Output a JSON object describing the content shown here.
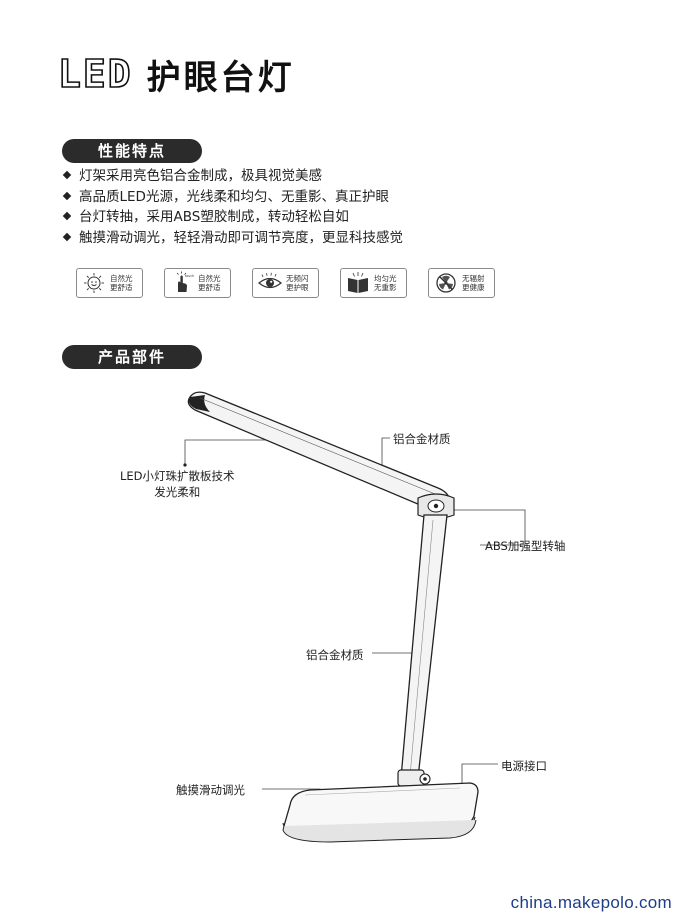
{
  "title": {
    "led": "LED",
    "name": "护眼台灯"
  },
  "features": {
    "heading": "性能特点",
    "bullets": [
      "灯架采用亮色铝合金制成，极具视觉美感",
      "高品质LED光源，光线柔和均匀、无重影、真正护眼",
      "台灯转抽，采用ABS塑胶制成，转动轻松自如",
      "触摸滑动调光，轻轻滑动即可调节亮度，更显科技感觉"
    ]
  },
  "badges": [
    {
      "icon": "sun-smile-icon",
      "line1": "自然光",
      "line2": "更舒适"
    },
    {
      "icon": "touch-hand-icon",
      "mini": "touch",
      "line1": "自然光",
      "line2": "更舒适"
    },
    {
      "icon": "eye-icon",
      "line1": "无频闪",
      "line2": "更护眼"
    },
    {
      "icon": "book-icon",
      "line1": "均匀光",
      "line2": "无重影"
    },
    {
      "icon": "no-radiation-icon",
      "line1": "无辐射",
      "line2": "更健康"
    }
  ],
  "parts": {
    "heading": "产品部件",
    "labels": {
      "led_line1": "LED小灯珠扩散板技术",
      "led_line2": "发光柔和",
      "alu_top": "铝合金材质",
      "abs": "ABS加强型转轴",
      "alu_mid": "铝合金材质",
      "power": "电源接口",
      "touch": "触摸滑动调光"
    }
  },
  "watermark": "china.makepolo.com"
}
